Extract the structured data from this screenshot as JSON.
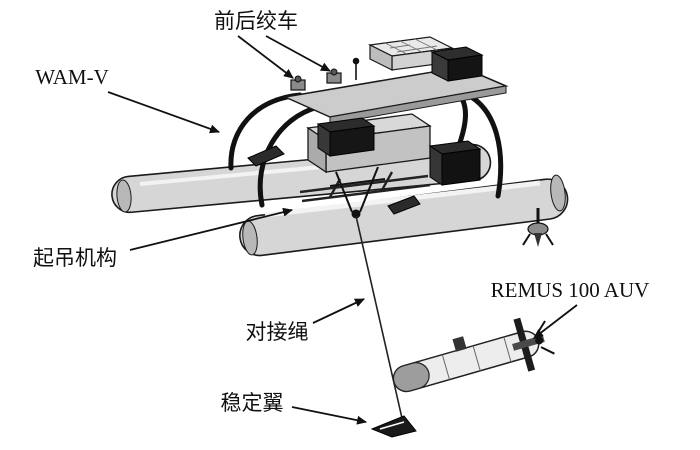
{
  "figure": {
    "background_color": "#ffffff",
    "line_color": "#1a1a1a",
    "description": "WAM-V catamaran surface vehicle lowering a REMUS 100 AUV by docking rope",
    "labels": {
      "winch": "前后绞车",
      "wamv": "WAM-V",
      "lifting": "起吊机构",
      "rope": "对接绳",
      "auv": "REMUS 100 AUV",
      "fin": "稳定翼"
    }
  }
}
